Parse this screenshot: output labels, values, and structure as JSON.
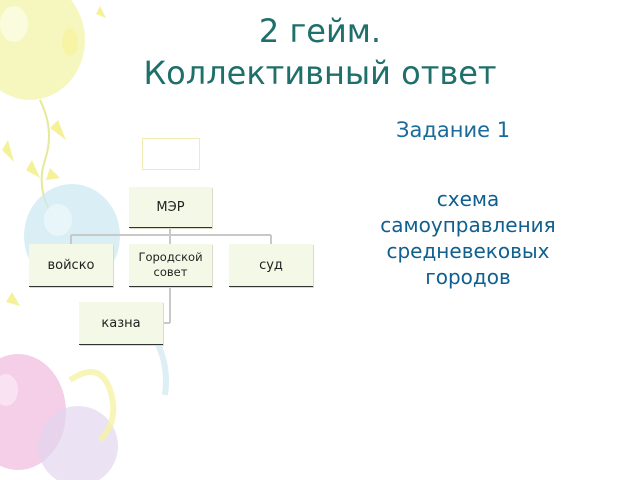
{
  "title": {
    "line1": "2 гейм.",
    "line2": "Коллективный ответ"
  },
  "task": "Задание 1",
  "description": [
    "схема",
    "самоуправления",
    "средневековых",
    "городов"
  ],
  "org_chart": {
    "root": "МЭР",
    "children": [
      "войско",
      "Городской совет",
      "суд"
    ],
    "assistant": "казна"
  },
  "colors": {
    "title": "#1f6f6a",
    "text_blue": "#1a6a9a",
    "box_fill": "#f4f8e6",
    "connector": "#c8c8c8",
    "balloon_yellow": "#f5f39a",
    "balloon_blue": "#bfe3ef",
    "balloon_pink": "#f0b8dd"
  }
}
